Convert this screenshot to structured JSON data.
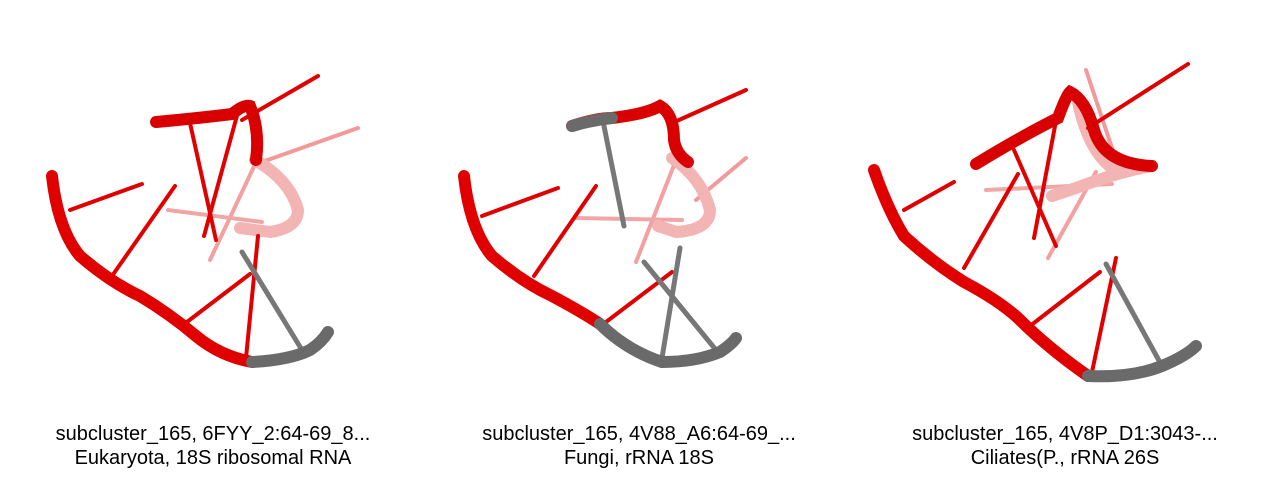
{
  "panels": [
    {
      "title": "subcluster_165, 6FYY_2:64-69_8...",
      "subtitle": "Eukaryota, 18S ribosomal RNA"
    },
    {
      "title": "subcluster_165, 4V88_A6:64-69_...",
      "subtitle": "Fungi, rRNA 18S"
    },
    {
      "title": "subcluster_165, 4V8P_D1:3043-...",
      "subtitle": "Ciliates(P., rRNA 26S"
    }
  ],
  "colors": {
    "backbone_red": "#e00000",
    "backbone_gray": "#6a6a6a",
    "background": "#ffffff"
  }
}
